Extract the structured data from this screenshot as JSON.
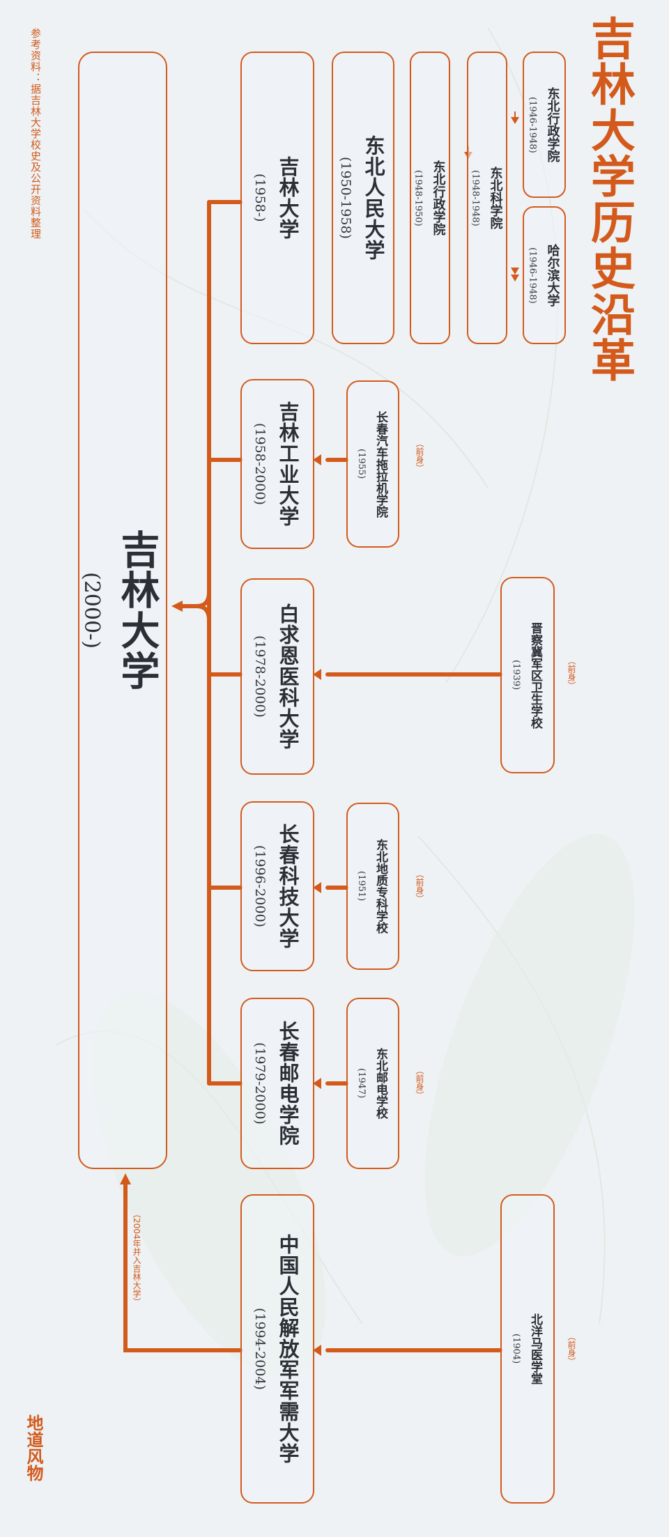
{
  "title": "吉林大学历史沿革",
  "reference": "参考资料：据吉林大学校史及公开资料整理",
  "brand": "地道风物",
  "colors": {
    "accent": "#d35a1b",
    "background": "#eef2f5",
    "text": "#2b2f36"
  },
  "predecessor_tag": "（前身）",
  "merge_note": "（2004年并入吉林大学）",
  "final": {
    "name": "吉林大学",
    "years": "(2000-)"
  },
  "jilin_1958": {
    "name": "吉林大学",
    "years": "(1958-)",
    "dongbei_renmin": {
      "name": "东北人民大学",
      "years": "(1950-1958)"
    },
    "xingzheng_1948": {
      "name": "东北行政学院",
      "years": "(1948-1950)"
    },
    "kexue": {
      "name": "东北科学院",
      "years": "(1948-1948)"
    },
    "xingzheng_1946": {
      "name": "东北行政学院",
      "years": "(1946-1948)"
    },
    "haerbin": {
      "name": "哈尔滨大学",
      "years": "(1946-1948)"
    }
  },
  "gongye": {
    "name": "吉林工业大学",
    "years": "(1958-2000)",
    "pred": {
      "name": "长春汽车拖拉机学院",
      "years": "(1955)"
    }
  },
  "baiqiuen": {
    "name": "白求恩医科大学",
    "years": "(1978-2000)",
    "pred": {
      "name": "晋察冀军区卫生学校",
      "years": "(1939)"
    }
  },
  "keji": {
    "name": "长春科技大学",
    "years": "(1996-2000)",
    "pred": {
      "name": "东北地质专科学校",
      "years": "(1951)"
    }
  },
  "youdian": {
    "name": "长春邮电学院",
    "years": "(1979-2000)",
    "pred": {
      "name": "东北邮电学校",
      "years": "(1947)"
    }
  },
  "junxu": {
    "name": "中国人民解放军军需大学",
    "years": "(1994-2004)",
    "pred": {
      "name": "北洋马医学堂",
      "years": "(1904)"
    }
  }
}
